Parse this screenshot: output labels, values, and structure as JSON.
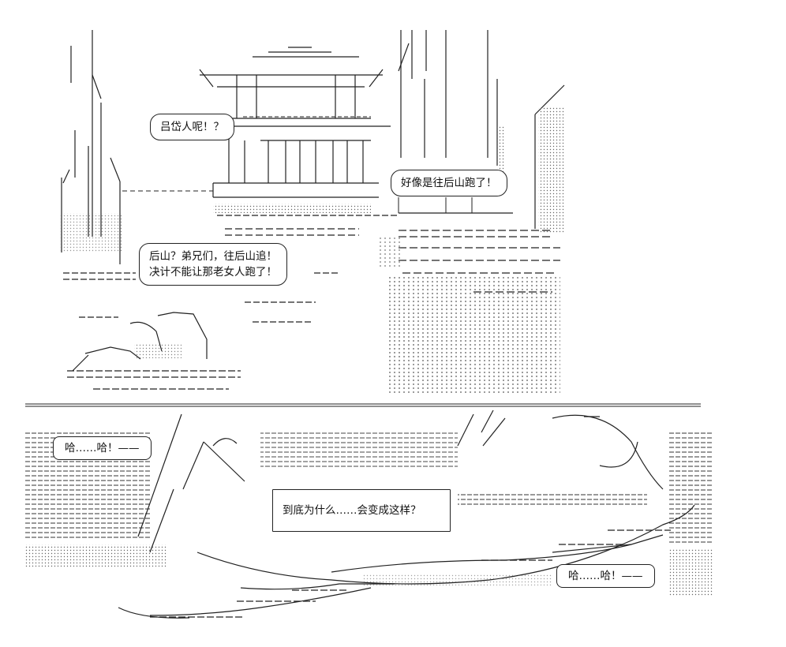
{
  "panel_top": {
    "speech_1": "吕岱人呢！？",
    "speech_2": "好像是往后山跑了！",
    "speech_3": [
      "后山？弟兄们，往后山追！",
      "决计不能让那老女人跑了！"
    ]
  },
  "panel_bottom": {
    "speech_4": "哈……哈！——",
    "caption": "到底为什么……会变成这样？",
    "speech_5": "哈……哈！——"
  },
  "colors": {
    "ink": "#222222",
    "dots": "#555555",
    "background": "#ffffff"
  }
}
